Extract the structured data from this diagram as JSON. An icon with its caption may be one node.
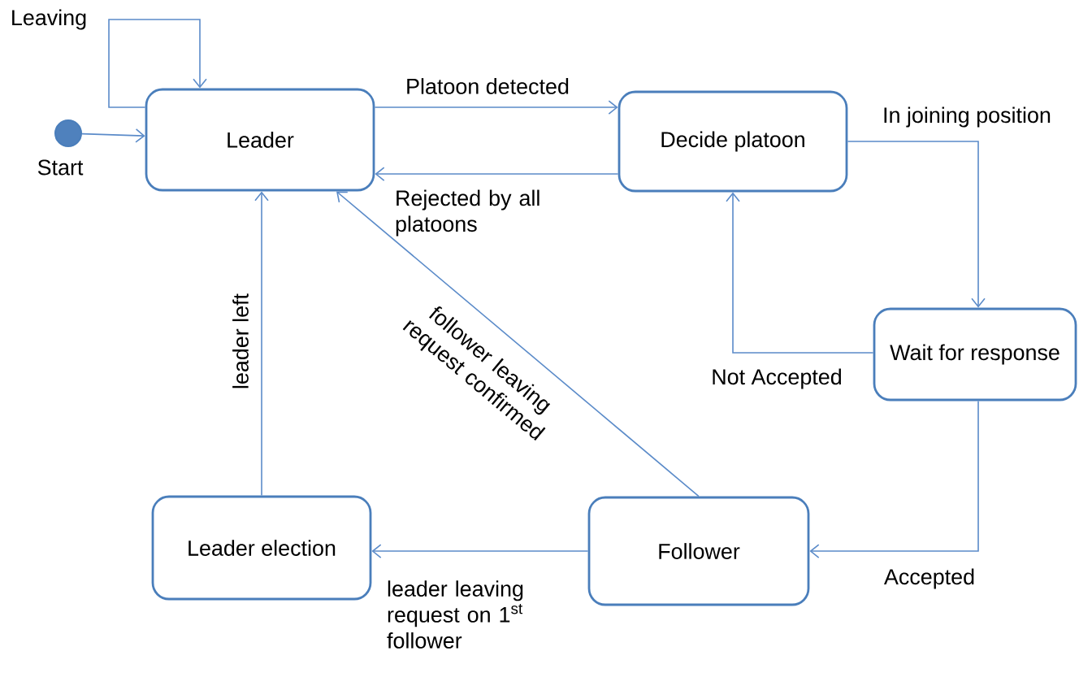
{
  "diagram": {
    "nodes": [
      {
        "text": [],
        "shape": "circle",
        "beside": [
          "Start"
        ]
      },
      {
        "text": [
          "Leader"
        ]
      },
      {
        "text": [
          "Decide platoon"
        ]
      },
      {
        "text": [
          "Wait for response"
        ]
      },
      {
        "text": [
          "Leader election"
        ]
      },
      {
        "text": [
          "Follower"
        ]
      }
    ],
    "edges": [
      {
        "from": 0,
        "to": 1,
        "arrow": "to"
      },
      {
        "from": 1,
        "to": 1,
        "arrow": "to",
        "label": "Leaving"
      },
      {
        "from": 1,
        "to": 2,
        "arrow": "to",
        "label": "Platoon detected"
      },
      {
        "from": 2,
        "to": 1,
        "arrow": "to",
        "label": "Rejected by all platoons"
      },
      {
        "from": 2,
        "to": 3,
        "arrow": "to",
        "label": "In joining position"
      },
      {
        "from": 3,
        "to": 2,
        "arrow": "to",
        "label": "Not Accepted"
      },
      {
        "from": 3,
        "to": 5,
        "arrow": "to",
        "label": "Accepted"
      },
      {
        "from": 5,
        "to": 4,
        "arrow": "to",
        "label": "leader leaving request on 1$^{st}$ follower"
      },
      {
        "from": 5,
        "to": 1,
        "arrow": "to",
        "label": "follower leaving request confirmed"
      },
      {
        "from": 4,
        "to": 1,
        "arrow": "to",
        "label": "leader left"
      }
    ]
  }
}
